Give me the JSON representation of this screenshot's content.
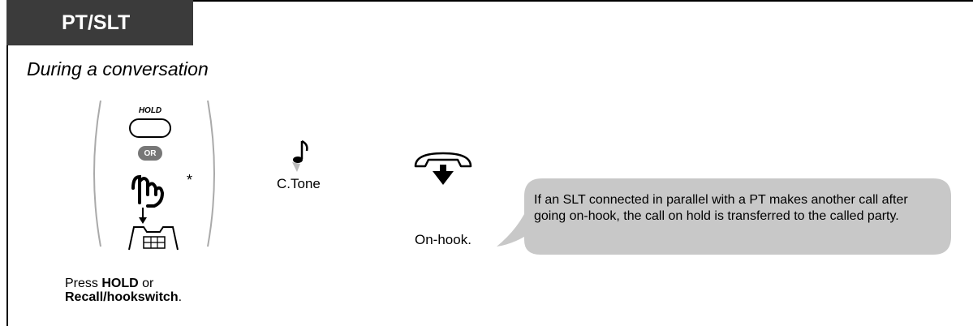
{
  "header": {
    "title": "PT/SLT"
  },
  "subtitle": "During a conversation",
  "step1": {
    "hold_key_label": "HOLD",
    "or_label": "OR",
    "asterisk": "*",
    "caption_prefix": "Press ",
    "caption_hold": "HOLD",
    "caption_or": " or",
    "caption_recall": "Recall/hookswitch",
    "caption_period": "."
  },
  "step2": {
    "tone_label": "C.Tone",
    "icon": "music-note-icon"
  },
  "step3": {
    "label": "On-hook.",
    "icon": "on-hook-handset-icon"
  },
  "note": {
    "text": "If an SLT connected in parallel with a PT makes another call after going on-hook, the call on hold is transferred to the called party."
  },
  "colors": {
    "header_bg": "#3b3b3b",
    "bubble_bg": "#c8c8c8"
  }
}
